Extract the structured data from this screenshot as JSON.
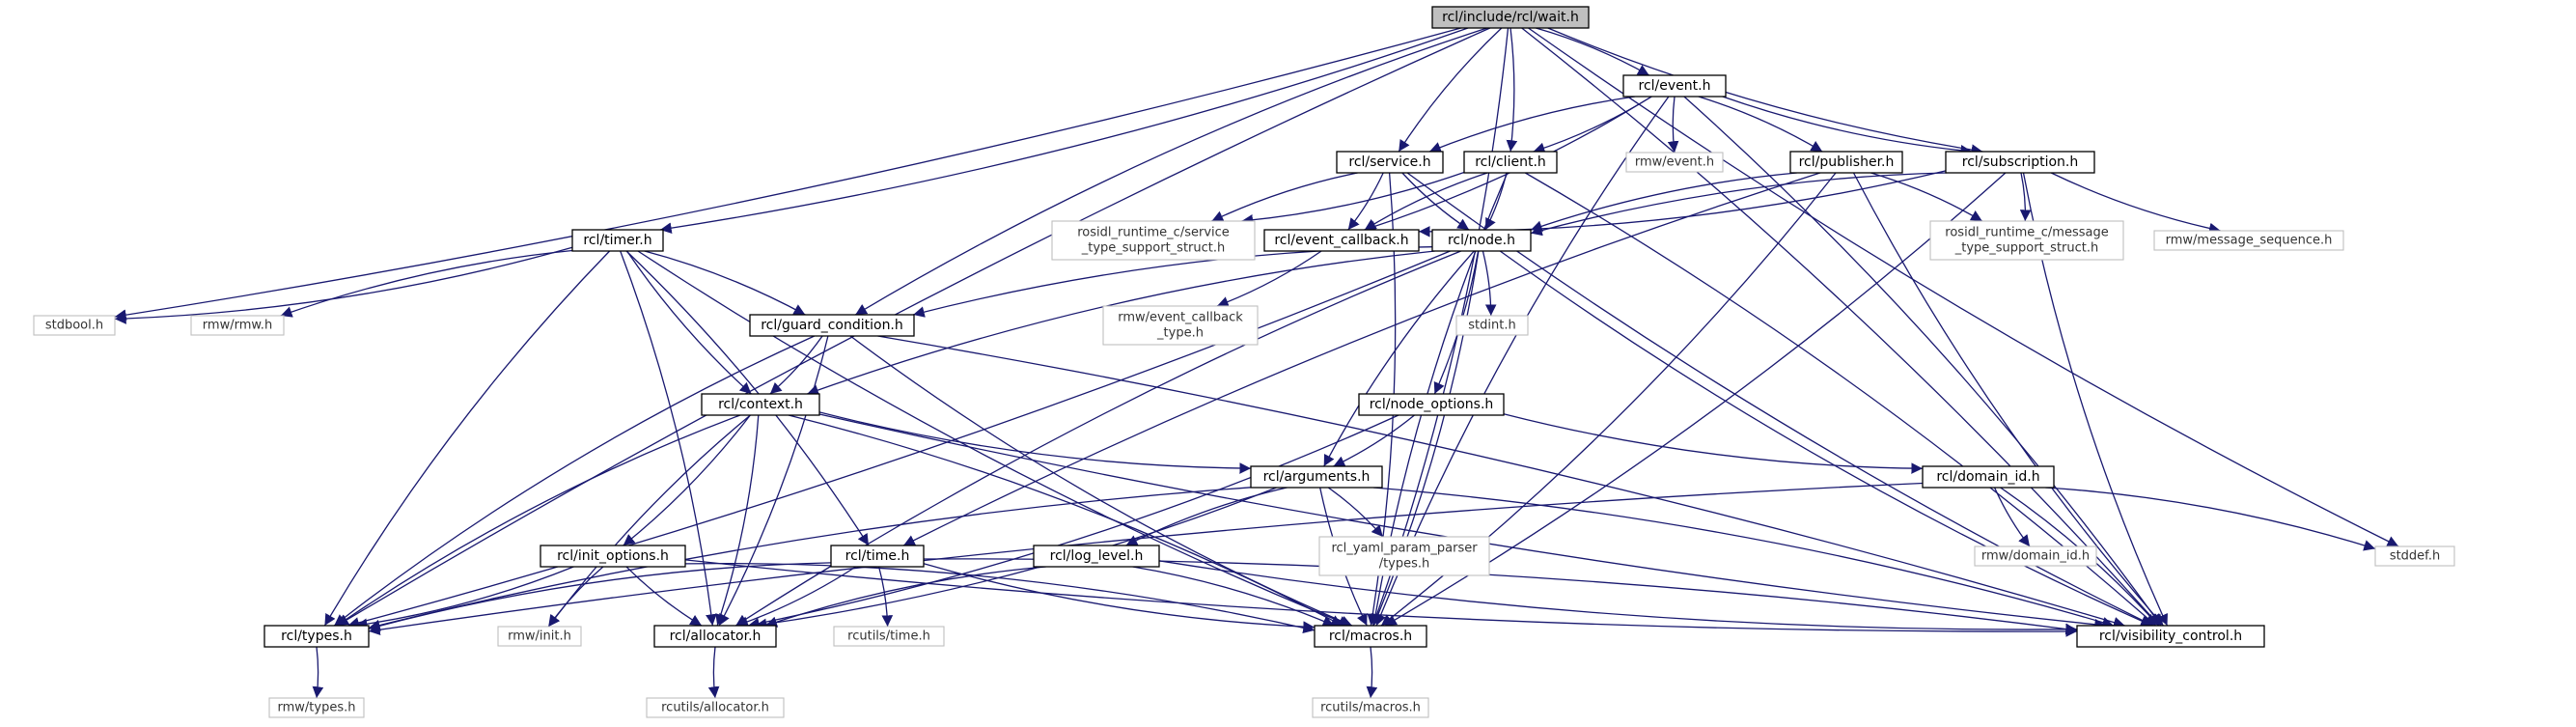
{
  "diagram": {
    "nodes": [
      {
        "id": "wait",
        "label": "rcl/include/rcl/wait.h",
        "kind": "root"
      },
      {
        "id": "event",
        "label": "rcl/event.h",
        "kind": "internal"
      },
      {
        "id": "service",
        "label": "rcl/service.h",
        "kind": "internal"
      },
      {
        "id": "client",
        "label": "rcl/client.h",
        "kind": "internal"
      },
      {
        "id": "rmw_event",
        "label": "rmw/event.h",
        "kind": "external"
      },
      {
        "id": "publisher",
        "label": "rcl/publisher.h",
        "kind": "internal"
      },
      {
        "id": "subscription",
        "label": "rcl/subscription.h",
        "kind": "internal"
      },
      {
        "id": "timer",
        "label": "rcl/timer.h",
        "kind": "internal"
      },
      {
        "id": "rosidl_service",
        "label": [
          "rosidl_runtime_c/service",
          "_type_support_struct.h"
        ],
        "kind": "external"
      },
      {
        "id": "event_callback",
        "label": "rcl/event_callback.h",
        "kind": "internal"
      },
      {
        "id": "node",
        "label": "rcl/node.h",
        "kind": "internal"
      },
      {
        "id": "rosidl_message",
        "label": [
          "rosidl_runtime_c/message",
          "_type_support_struct.h"
        ],
        "kind": "external"
      },
      {
        "id": "rmw_message_sequence",
        "label": "rmw/message_sequence.h",
        "kind": "external"
      },
      {
        "id": "stdbool",
        "label": "stdbool.h",
        "kind": "external"
      },
      {
        "id": "rmw_rmw",
        "label": "rmw/rmw.h",
        "kind": "external"
      },
      {
        "id": "guard_condition",
        "label": "rcl/guard_condition.h",
        "kind": "internal"
      },
      {
        "id": "rmw_event_callback_type",
        "label": [
          "rmw/event_callback",
          "_type.h"
        ],
        "kind": "external"
      },
      {
        "id": "stdint",
        "label": "stdint.h",
        "kind": "external"
      },
      {
        "id": "context",
        "label": "rcl/context.h",
        "kind": "internal"
      },
      {
        "id": "node_options",
        "label": "rcl/node_options.h",
        "kind": "internal"
      },
      {
        "id": "arguments",
        "label": "rcl/arguments.h",
        "kind": "internal"
      },
      {
        "id": "domain_id",
        "label": "rcl/domain_id.h",
        "kind": "internal"
      },
      {
        "id": "stddef",
        "label": "stddef.h",
        "kind": "external"
      },
      {
        "id": "init_options",
        "label": "rcl/init_options.h",
        "kind": "internal"
      },
      {
        "id": "time",
        "label": "rcl/time.h",
        "kind": "internal"
      },
      {
        "id": "log_level",
        "label": "rcl/log_level.h",
        "kind": "internal"
      },
      {
        "id": "rcl_yaml",
        "label": [
          "rcl_yaml_param_parser",
          "/types.h"
        ],
        "kind": "external"
      },
      {
        "id": "rmw_domain_id",
        "label": "rmw/domain_id.h",
        "kind": "external"
      },
      {
        "id": "types",
        "label": "rcl/types.h",
        "kind": "internal"
      },
      {
        "id": "rmw_init",
        "label": "rmw/init.h",
        "kind": "external"
      },
      {
        "id": "allocator",
        "label": "rcl/allocator.h",
        "kind": "internal"
      },
      {
        "id": "rcutils_time",
        "label": "rcutils/time.h",
        "kind": "external"
      },
      {
        "id": "macros",
        "label": "rcl/macros.h",
        "kind": "internal"
      },
      {
        "id": "visibility_control",
        "label": "rcl/visibility_control.h",
        "kind": "internal"
      },
      {
        "id": "rmw_types",
        "label": "rmw/types.h",
        "kind": "external"
      },
      {
        "id": "rcutils_allocator",
        "label": "rcutils/allocator.h",
        "kind": "external"
      },
      {
        "id": "rcutils_macros",
        "label": "rcutils/macros.h",
        "kind": "external"
      }
    ],
    "edges": [
      [
        "wait",
        "event"
      ],
      [
        "wait",
        "service"
      ],
      [
        "wait",
        "client"
      ],
      [
        "wait",
        "subscription"
      ],
      [
        "wait",
        "timer"
      ],
      [
        "wait",
        "guard_condition"
      ],
      [
        "wait",
        "stdbool"
      ],
      [
        "wait",
        "types"
      ],
      [
        "wait",
        "macros"
      ],
      [
        "wait",
        "stddef"
      ],
      [
        "wait",
        "visibility_control"
      ],
      [
        "event",
        "service"
      ],
      [
        "event",
        "client"
      ],
      [
        "event",
        "rmw_event"
      ],
      [
        "event",
        "publisher"
      ],
      [
        "event",
        "subscription"
      ],
      [
        "event",
        "event_callback"
      ],
      [
        "event",
        "macros"
      ],
      [
        "event",
        "visibility_control"
      ],
      [
        "service",
        "rosidl_service"
      ],
      [
        "service",
        "event_callback"
      ],
      [
        "service",
        "node"
      ],
      [
        "service",
        "macros"
      ],
      [
        "service",
        "visibility_control"
      ],
      [
        "client",
        "rosidl_service"
      ],
      [
        "client",
        "event_callback"
      ],
      [
        "client",
        "node"
      ],
      [
        "client",
        "macros"
      ],
      [
        "client",
        "visibility_control"
      ],
      [
        "publisher",
        "node"
      ],
      [
        "publisher",
        "rosidl_message"
      ],
      [
        "publisher",
        "time"
      ],
      [
        "publisher",
        "macros"
      ],
      [
        "publisher",
        "visibility_control"
      ],
      [
        "subscription",
        "event_callback"
      ],
      [
        "subscription",
        "node"
      ],
      [
        "subscription",
        "rosidl_message"
      ],
      [
        "subscription",
        "rmw_message_sequence"
      ],
      [
        "subscription",
        "macros"
      ],
      [
        "subscription",
        "visibility_control"
      ],
      [
        "timer",
        "stdbool"
      ],
      [
        "timer",
        "rmw_rmw"
      ],
      [
        "timer",
        "guard_condition"
      ],
      [
        "timer",
        "context"
      ],
      [
        "timer",
        "time"
      ],
      [
        "timer",
        "types"
      ],
      [
        "timer",
        "allocator"
      ],
      [
        "timer",
        "macros"
      ],
      [
        "event_callback",
        "rmw_event_callback_type"
      ],
      [
        "node",
        "guard_condition"
      ],
      [
        "node",
        "stdint"
      ],
      [
        "node",
        "context"
      ],
      [
        "node",
        "node_options"
      ],
      [
        "node",
        "arguments"
      ],
      [
        "node",
        "types"
      ],
      [
        "node",
        "allocator"
      ],
      [
        "node",
        "macros"
      ],
      [
        "node",
        "visibility_control"
      ],
      [
        "guard_condition",
        "context"
      ],
      [
        "guard_condition",
        "types"
      ],
      [
        "guard_condition",
        "allocator"
      ],
      [
        "guard_condition",
        "macros"
      ],
      [
        "guard_condition",
        "visibility_control"
      ],
      [
        "context",
        "arguments"
      ],
      [
        "context",
        "init_options"
      ],
      [
        "context",
        "types"
      ],
      [
        "context",
        "allocator"
      ],
      [
        "context",
        "rmw_init"
      ],
      [
        "context",
        "macros"
      ],
      [
        "context",
        "visibility_control"
      ],
      [
        "node_options",
        "arguments"
      ],
      [
        "node_options",
        "domain_id"
      ],
      [
        "node_options",
        "allocator"
      ],
      [
        "arguments",
        "log_level"
      ],
      [
        "arguments",
        "rcl_yaml"
      ],
      [
        "arguments",
        "types"
      ],
      [
        "arguments",
        "allocator"
      ],
      [
        "arguments",
        "macros"
      ],
      [
        "arguments",
        "visibility_control"
      ],
      [
        "domain_id",
        "rmw_domain_id"
      ],
      [
        "domain_id",
        "stddef"
      ],
      [
        "domain_id",
        "types"
      ],
      [
        "domain_id",
        "visibility_control"
      ],
      [
        "init_options",
        "rmw_init"
      ],
      [
        "init_options",
        "types"
      ],
      [
        "init_options",
        "allocator"
      ],
      [
        "init_options",
        "macros"
      ],
      [
        "init_options",
        "visibility_control"
      ],
      [
        "time",
        "rcutils_time"
      ],
      [
        "time",
        "types"
      ],
      [
        "time",
        "allocator"
      ],
      [
        "time",
        "macros"
      ],
      [
        "time",
        "visibility_control"
      ],
      [
        "log_level",
        "allocator"
      ],
      [
        "log_level",
        "macros"
      ],
      [
        "log_level",
        "visibility_control"
      ],
      [
        "types",
        "rmw_types"
      ],
      [
        "allocator",
        "rcutils_allocator"
      ],
      [
        "macros",
        "rcutils_macros"
      ]
    ]
  }
}
